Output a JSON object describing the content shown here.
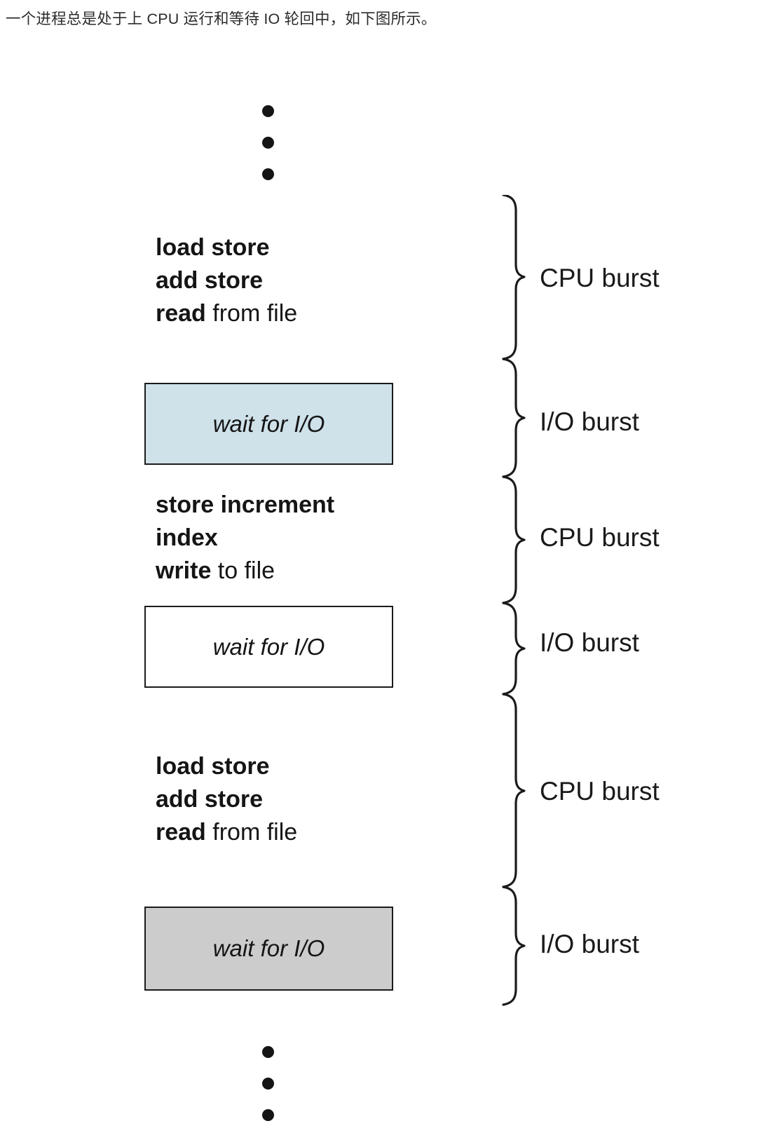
{
  "caption": "一个进程总是处于上 CPU 运行和等待 IO 轮回中，如下图所示。",
  "figure": {
    "ellipsis_top": {
      "name": "vertical-ellipsis",
      "dot_count": 3
    },
    "ellipsis_bottom": {
      "name": "vertical-ellipsis",
      "dot_count": 3
    },
    "code_blocks": [
      {
        "lines": [
          {
            "bold": "load store",
            "regular": ""
          },
          {
            "bold": "add store",
            "regular": ""
          },
          {
            "bold": "read",
            "regular": " from file"
          }
        ]
      },
      {
        "lines": [
          {
            "bold": "store increment",
            "regular": ""
          },
          {
            "bold": "index",
            "regular": ""
          },
          {
            "bold": "write",
            "regular": " to file"
          }
        ]
      },
      {
        "lines": [
          {
            "bold": "load store",
            "regular": ""
          },
          {
            "bold": "add store",
            "regular": ""
          },
          {
            "bold": "read",
            "regular": " from file"
          }
        ]
      }
    ],
    "wait_boxes": [
      {
        "label": "wait for I/O",
        "fill": "#cfe1e9",
        "border": "#1b1b1b"
      },
      {
        "label": "wait for I/O",
        "fill": "#ffffff",
        "border": "#1b1b1b"
      },
      {
        "label": "wait for I/O",
        "fill": "#cccccc",
        "border": "#1b1b1b"
      }
    ],
    "burst_labels": [
      "CPU burst",
      "I/O burst",
      "CPU burst",
      "I/O burst",
      "CPU burst",
      "I/O burst"
    ]
  },
  "colors": {
    "io_burst_blue": "#cfe1e9",
    "io_burst_gray": "#cccccc",
    "ink": "#1a1a1a",
    "page_background": "#ffffff"
  }
}
